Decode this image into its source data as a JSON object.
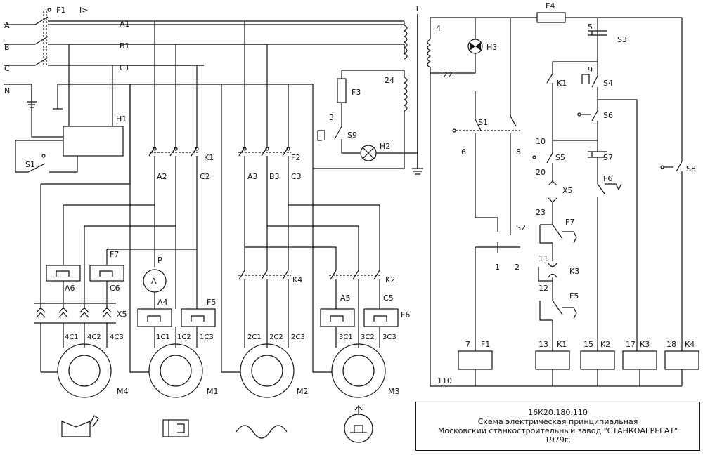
{
  "supply": {
    "phases": [
      "A",
      "B",
      "C",
      "N"
    ],
    "breaker": "F1",
    "breaker_mark": "I>",
    "busbars": [
      "A1",
      "B1",
      "C1"
    ],
    "transformer": "T"
  },
  "power_labels": {
    "h1": "H1",
    "s1": "S1",
    "k1": "K1",
    "f2": "F2",
    "k4": "K4",
    "k2": "K2",
    "a2": "A2",
    "c2": "C2",
    "a3": "A3",
    "b3": "B3",
    "c3": "C3",
    "p": "P",
    "ammeter": "A",
    "a4": "A4",
    "f5": "F5",
    "a5": "A5",
    "c5": "C5",
    "f6": "F6",
    "a6": "A6",
    "c6": "C6",
    "f7": "F7",
    "x5": "X5",
    "m4_terms": [
      "4C1",
      "4C2",
      "4C3"
    ],
    "m1_terms": [
      "1C1",
      "1C2",
      "1C3"
    ],
    "m2_terms": [
      "2C1",
      "2C2",
      "2C3"
    ],
    "m3_terms": [
      "3C1",
      "3C2",
      "3C3"
    ],
    "motors": [
      "M4",
      "M1",
      "M2",
      "M3"
    ]
  },
  "transformer_side": {
    "f3": "F3",
    "n24": "24",
    "n3": "3",
    "s9": "S9",
    "h2": "H2",
    "n4": "4",
    "n22": "22",
    "h3": "H3"
  },
  "control": {
    "f4": "F4",
    "s1": "S1",
    "s2": "S2",
    "s3": "S3",
    "s4": "S4",
    "s5": "S5",
    "s6": "S6",
    "s7": "S7",
    "s8": "S8",
    "k1": "K1",
    "k3": "K3",
    "f5": "F5",
    "f6": "F6",
    "f7": "F7",
    "x5": "X5",
    "nodes": [
      "5",
      "6",
      "8",
      "9",
      "10",
      "20",
      "23",
      "11",
      "12",
      "1",
      "2",
      "110"
    ],
    "coils": [
      {
        "num": "7",
        "name": "F1"
      },
      {
        "num": "13",
        "name": "K1"
      },
      {
        "num": "15",
        "name": "K2"
      },
      {
        "num": "17",
        "name": "K3"
      },
      {
        "num": "18",
        "name": "K4"
      }
    ]
  },
  "title_block": {
    "code": "16К20.180.110",
    "line1": "Схема электрическая принципиальная",
    "line2": "Московский станкостроительный завод \"СТАНКОАГРЕГАТ\"",
    "year": "1979г."
  },
  "colors": {
    "ink": "#111111",
    "background": "#ffffff"
  }
}
